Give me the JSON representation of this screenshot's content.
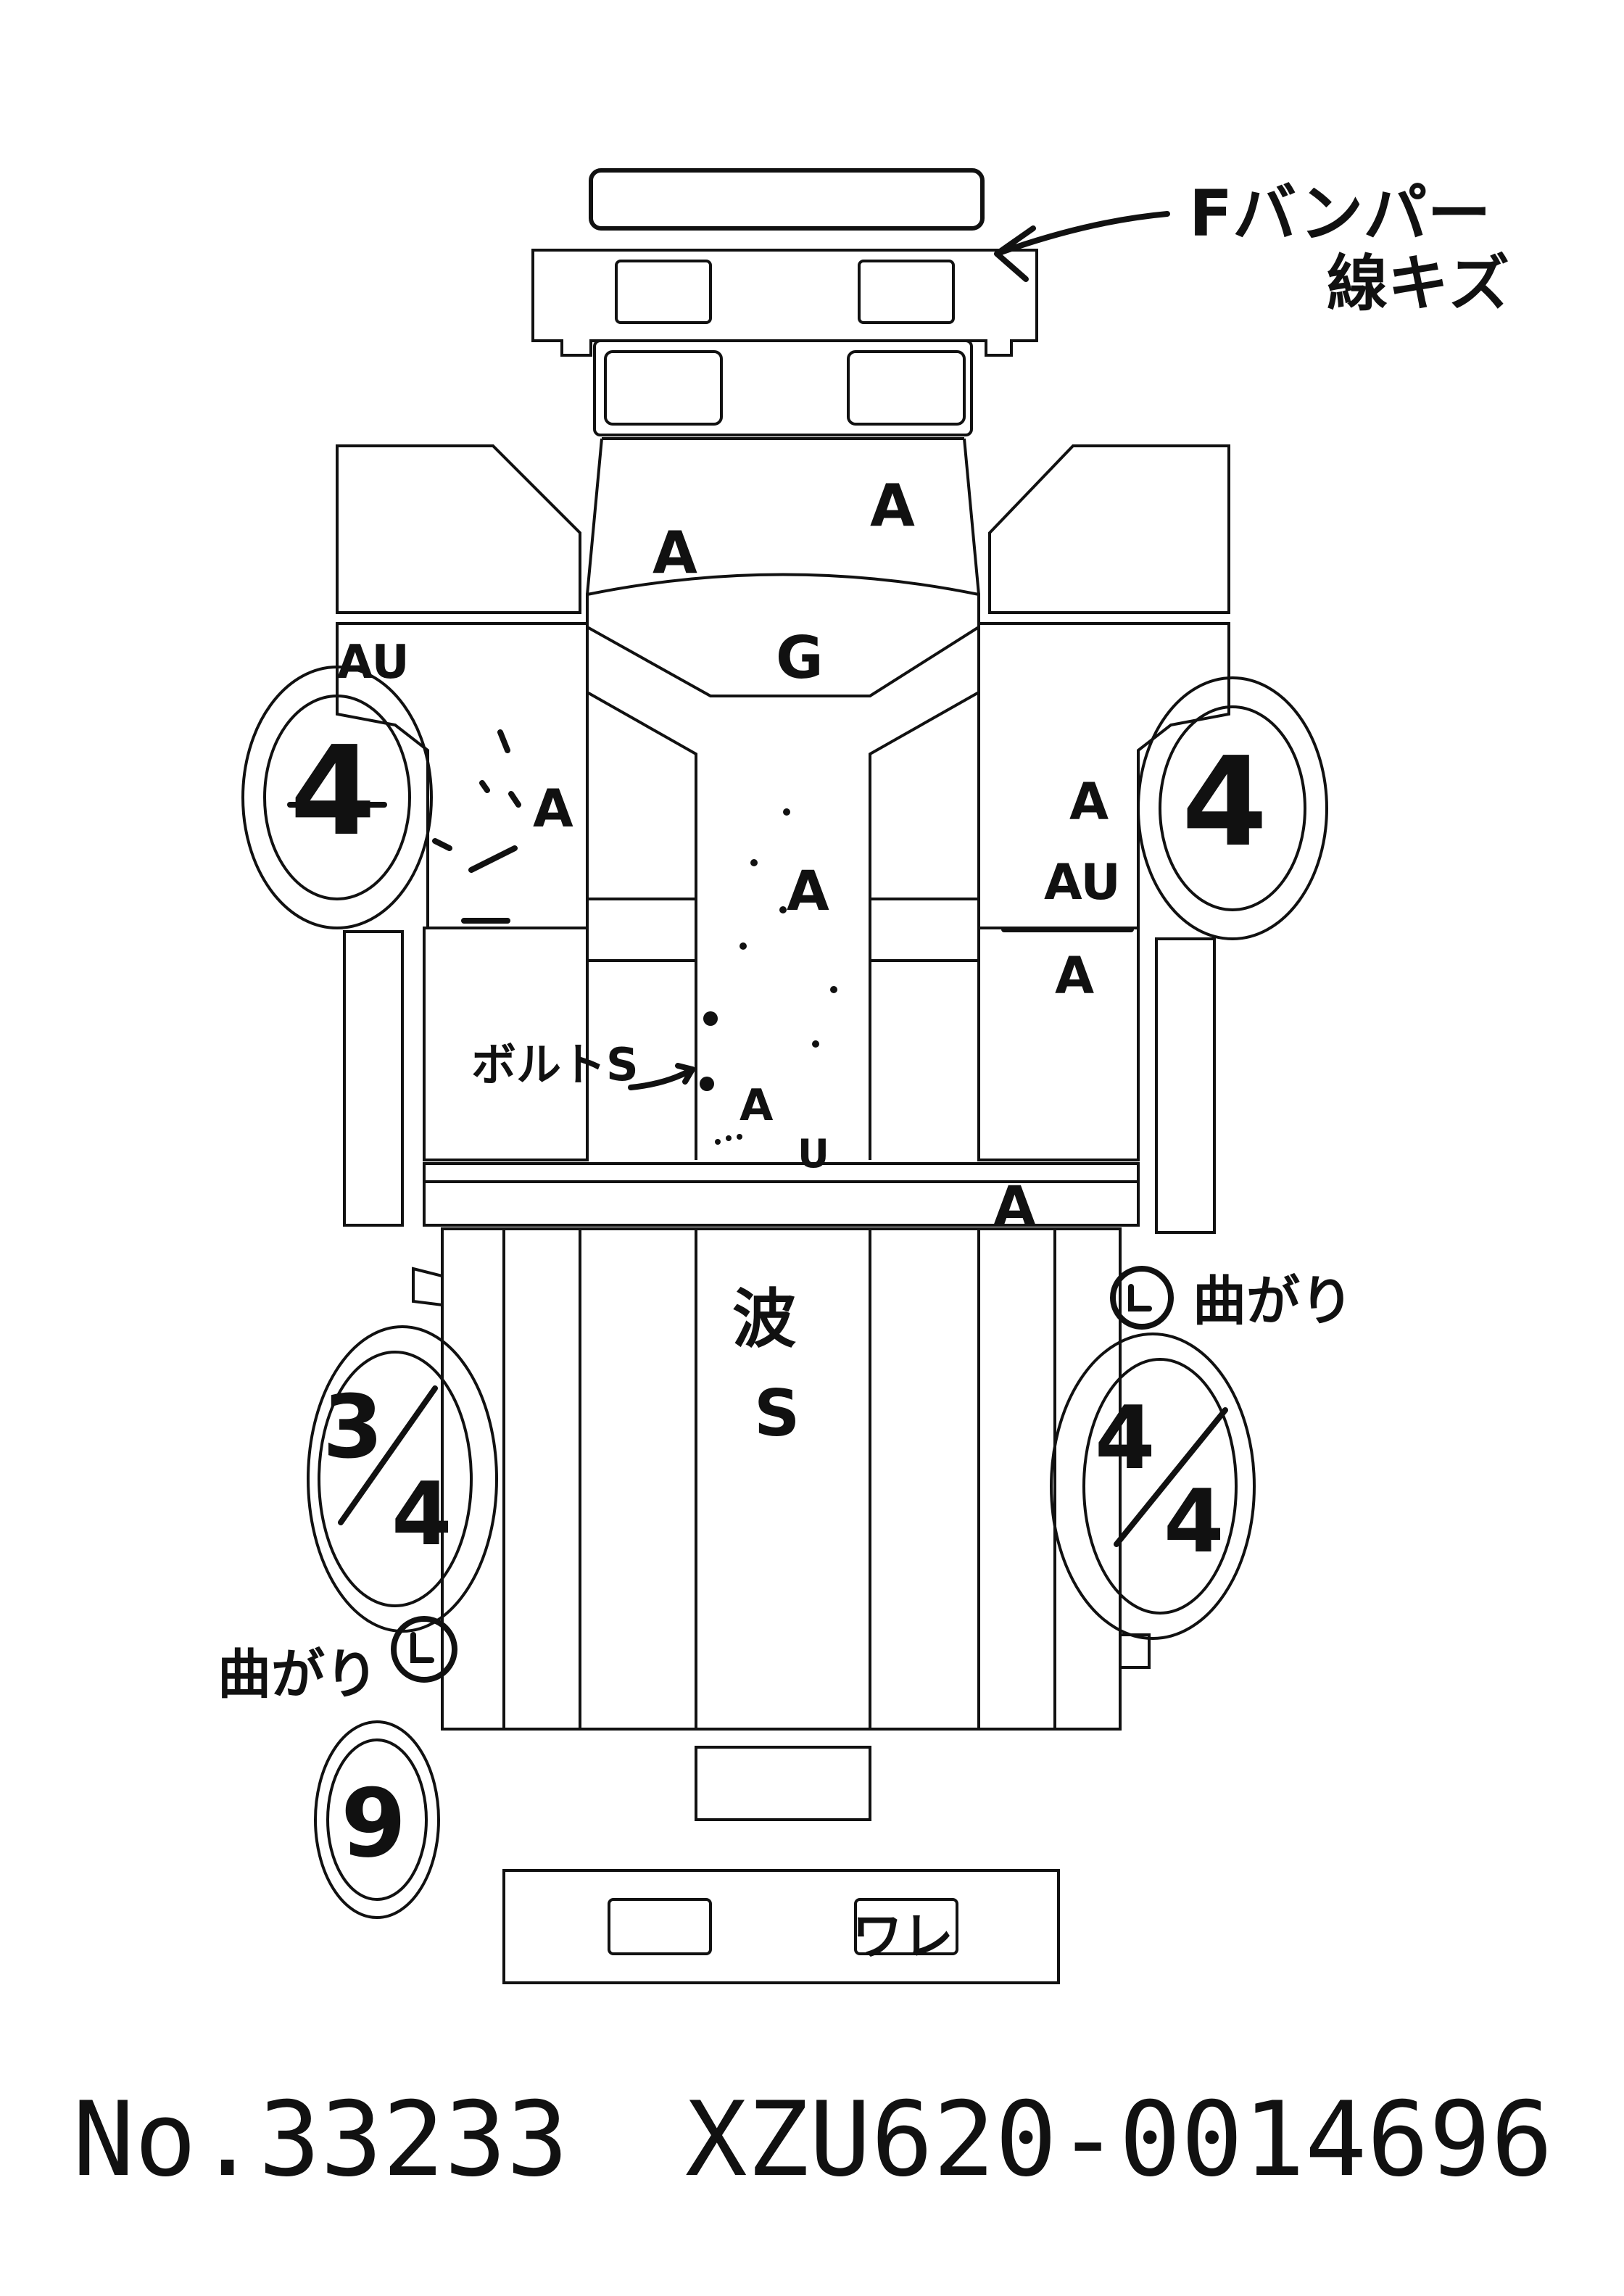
{
  "sheet_number": "No.33233",
  "vin": "XZU620-0014696",
  "annotations": {
    "front_bumper_note_1": "Fバンパー",
    "front_bumper_note_2": "線キズ",
    "cab_roof_left": "A",
    "cab_roof_right": "A",
    "windshield": "G",
    "left_door_upper": "AU",
    "left_door": "A",
    "floor_center": "A",
    "right_door_1": "A",
    "right_door_2": "AU",
    "right_door_3": "A",
    "bolt_note": "ボルトS",
    "floor_lower_1": "A",
    "floor_lower_2": "U",
    "crossbar": "A",
    "bed_note_1": "波",
    "bed_note_2": "S",
    "right_rear_note": "曲がり",
    "left_rear_note": "曲がり",
    "rear_bumper_note": "ワレ"
  },
  "tires": {
    "front_left": "4",
    "front_right": "4",
    "rear_left_num": "3",
    "rear_left_den": "4",
    "rear_right_num": "4",
    "rear_right_den": "4",
    "spare": "9"
  }
}
